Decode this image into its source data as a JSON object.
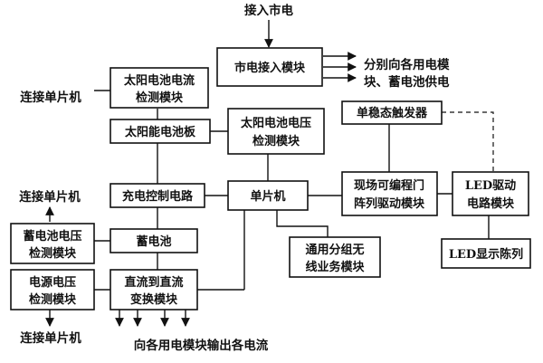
{
  "diagram": {
    "mains_input": "接入市电",
    "mains_access_module": "市电接入模块",
    "supply_note_1": "分别向各用电模",
    "supply_note_2": "块、蓄电池供电",
    "solar_current_detect_1": "太阳电池电流",
    "solar_current_detect_2": "检测模块",
    "connect_mcu_top": "连接单片机",
    "solar_panel": "太阳能电池板",
    "solar_voltage_detect_1": "太阳电池电压",
    "solar_voltage_detect_2": "检测模块",
    "monostable_trigger": "单稳态触发器",
    "fpga_driver_1": "现场可编程门",
    "fpga_driver_2": "阵列驱动模块",
    "led_driver_1": "LED驱动",
    "led_driver_2": "电路模块",
    "connect_mcu_mid": "连接单片机",
    "charge_control": "充电控制电路",
    "mcu": "单片机",
    "battery_voltage_detect_1": "蓄电池电压",
    "battery_voltage_detect_2": "检测模块",
    "battery": "蓄电池",
    "wireless_1": "通用分组无",
    "wireless_2": "线业务模块",
    "led_display": "LED显示陈列",
    "supply_voltage_detect_1": "电源电压",
    "supply_voltage_detect_2": "检测模块",
    "dcdc_1": "直流到直流",
    "dcdc_2": "变换模块",
    "connect_mcu_bottom": "连接单片机",
    "output_note": "向各用电模块输出各电流"
  }
}
